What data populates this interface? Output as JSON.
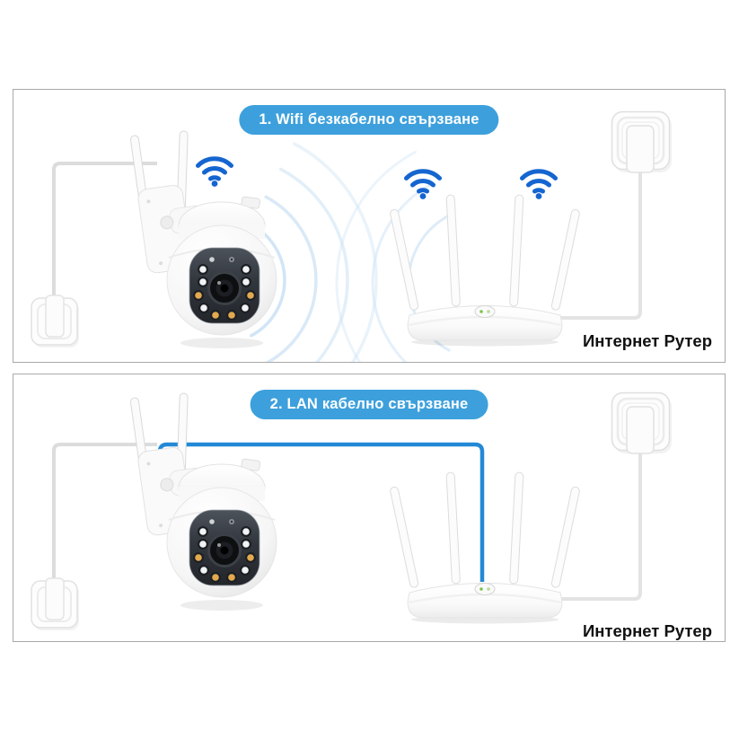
{
  "panels": [
    {
      "id": "wifi",
      "badge": "1. Wifi безкабелно свързване",
      "router_label": "Интернет Рутер",
      "connection_type": "wireless"
    },
    {
      "id": "lan",
      "badge": "2. LAN кабелно свързване",
      "router_label": "Интернет Рутер",
      "connection_type": "wired"
    }
  ],
  "devices": {
    "camera": "ptz-wifi-camera",
    "router": "four-antenna-router",
    "left_outlet": "wall-power-switch",
    "right_outlet": "wall-socket-with-plug"
  },
  "icons": {
    "wifi": "wifi-signal-icon",
    "waves": "radiating-signal-waves"
  },
  "colors": {
    "badge_bg": "#3da0dc",
    "badge_text": "#ffffff",
    "wifi_icon_blue": "#1565d0",
    "lan_cable_blue": "#2389d6",
    "signal_wave": "#cfe4f5",
    "power_cable": "#dcdcdc",
    "panel_border": "#a9a9a9",
    "label_text": "#111111",
    "led_amber": "#e2a94f",
    "background": "#ffffff"
  }
}
